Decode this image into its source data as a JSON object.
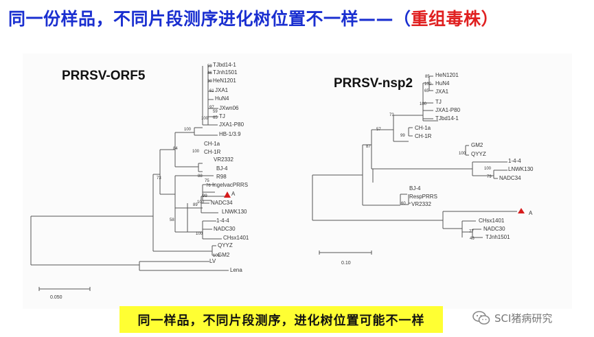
{
  "title": {
    "main": "同一份样品，不同片段测序进化树位置不一样——（",
    "highlight": "重组毒株",
    "end": "）"
  },
  "colors": {
    "title_blue": "#1a2fd0",
    "title_red": "#e02020",
    "marker_red": "#d61c1c",
    "footer_bg": "#ffff33"
  },
  "left_tree": {
    "label": "PRRSV-ORF5",
    "scale": "0.050",
    "taxa": [
      "TJbd14-1",
      "TJnh1501",
      "HeN1201",
      "JXA1",
      "HuN4",
      "JXwn06",
      "TJ",
      "JXA1-P80",
      "HB-1/3.9",
      "CH-1a",
      "CH-1R",
      "VR2332",
      "BJ-4",
      "R98",
      "IngelvacPRRS",
      "A",
      "NADC34",
      "LNWK130",
      "1-4-4",
      "NADC30",
      "CHsx1401",
      "QYYZ",
      "GM2",
      "LV",
      "Lena"
    ],
    "bootstrap": [
      "59",
      "46",
      "30",
      "61",
      "97",
      "59",
      "65",
      "100",
      "100",
      "84",
      "100",
      "88",
      "76",
      "75",
      "73",
      "99",
      "100",
      "89",
      "58",
      "100",
      "100"
    ]
  },
  "right_tree": {
    "label": "PRRSV-nsp2",
    "scale": "0.10",
    "taxa": [
      "HeN1201",
      "HuN4",
      "JXA1",
      "TJ",
      "JXA1-P80",
      "TJbd14-1",
      "CH-1a",
      "CH-1R",
      "GM2",
      "QYYZ",
      "1-4-4",
      "LNWK130",
      "NADC34",
      "BJ-4",
      "RespPRRS",
      "VR2332",
      "A",
      "CHsx1401",
      "NADC30",
      "TJnh1501"
    ],
    "bootstrap": [
      "85",
      "100",
      "65",
      "100",
      "73",
      "57",
      "99",
      "100",
      "87",
      "100",
      "79",
      "60",
      "77",
      "46"
    ]
  },
  "footer": {
    "text": "同一样品，不同片段测序，进化树位置可能不一样"
  },
  "watermark": {
    "icon": "wechat-icon",
    "text": "SCI猪病研究"
  }
}
